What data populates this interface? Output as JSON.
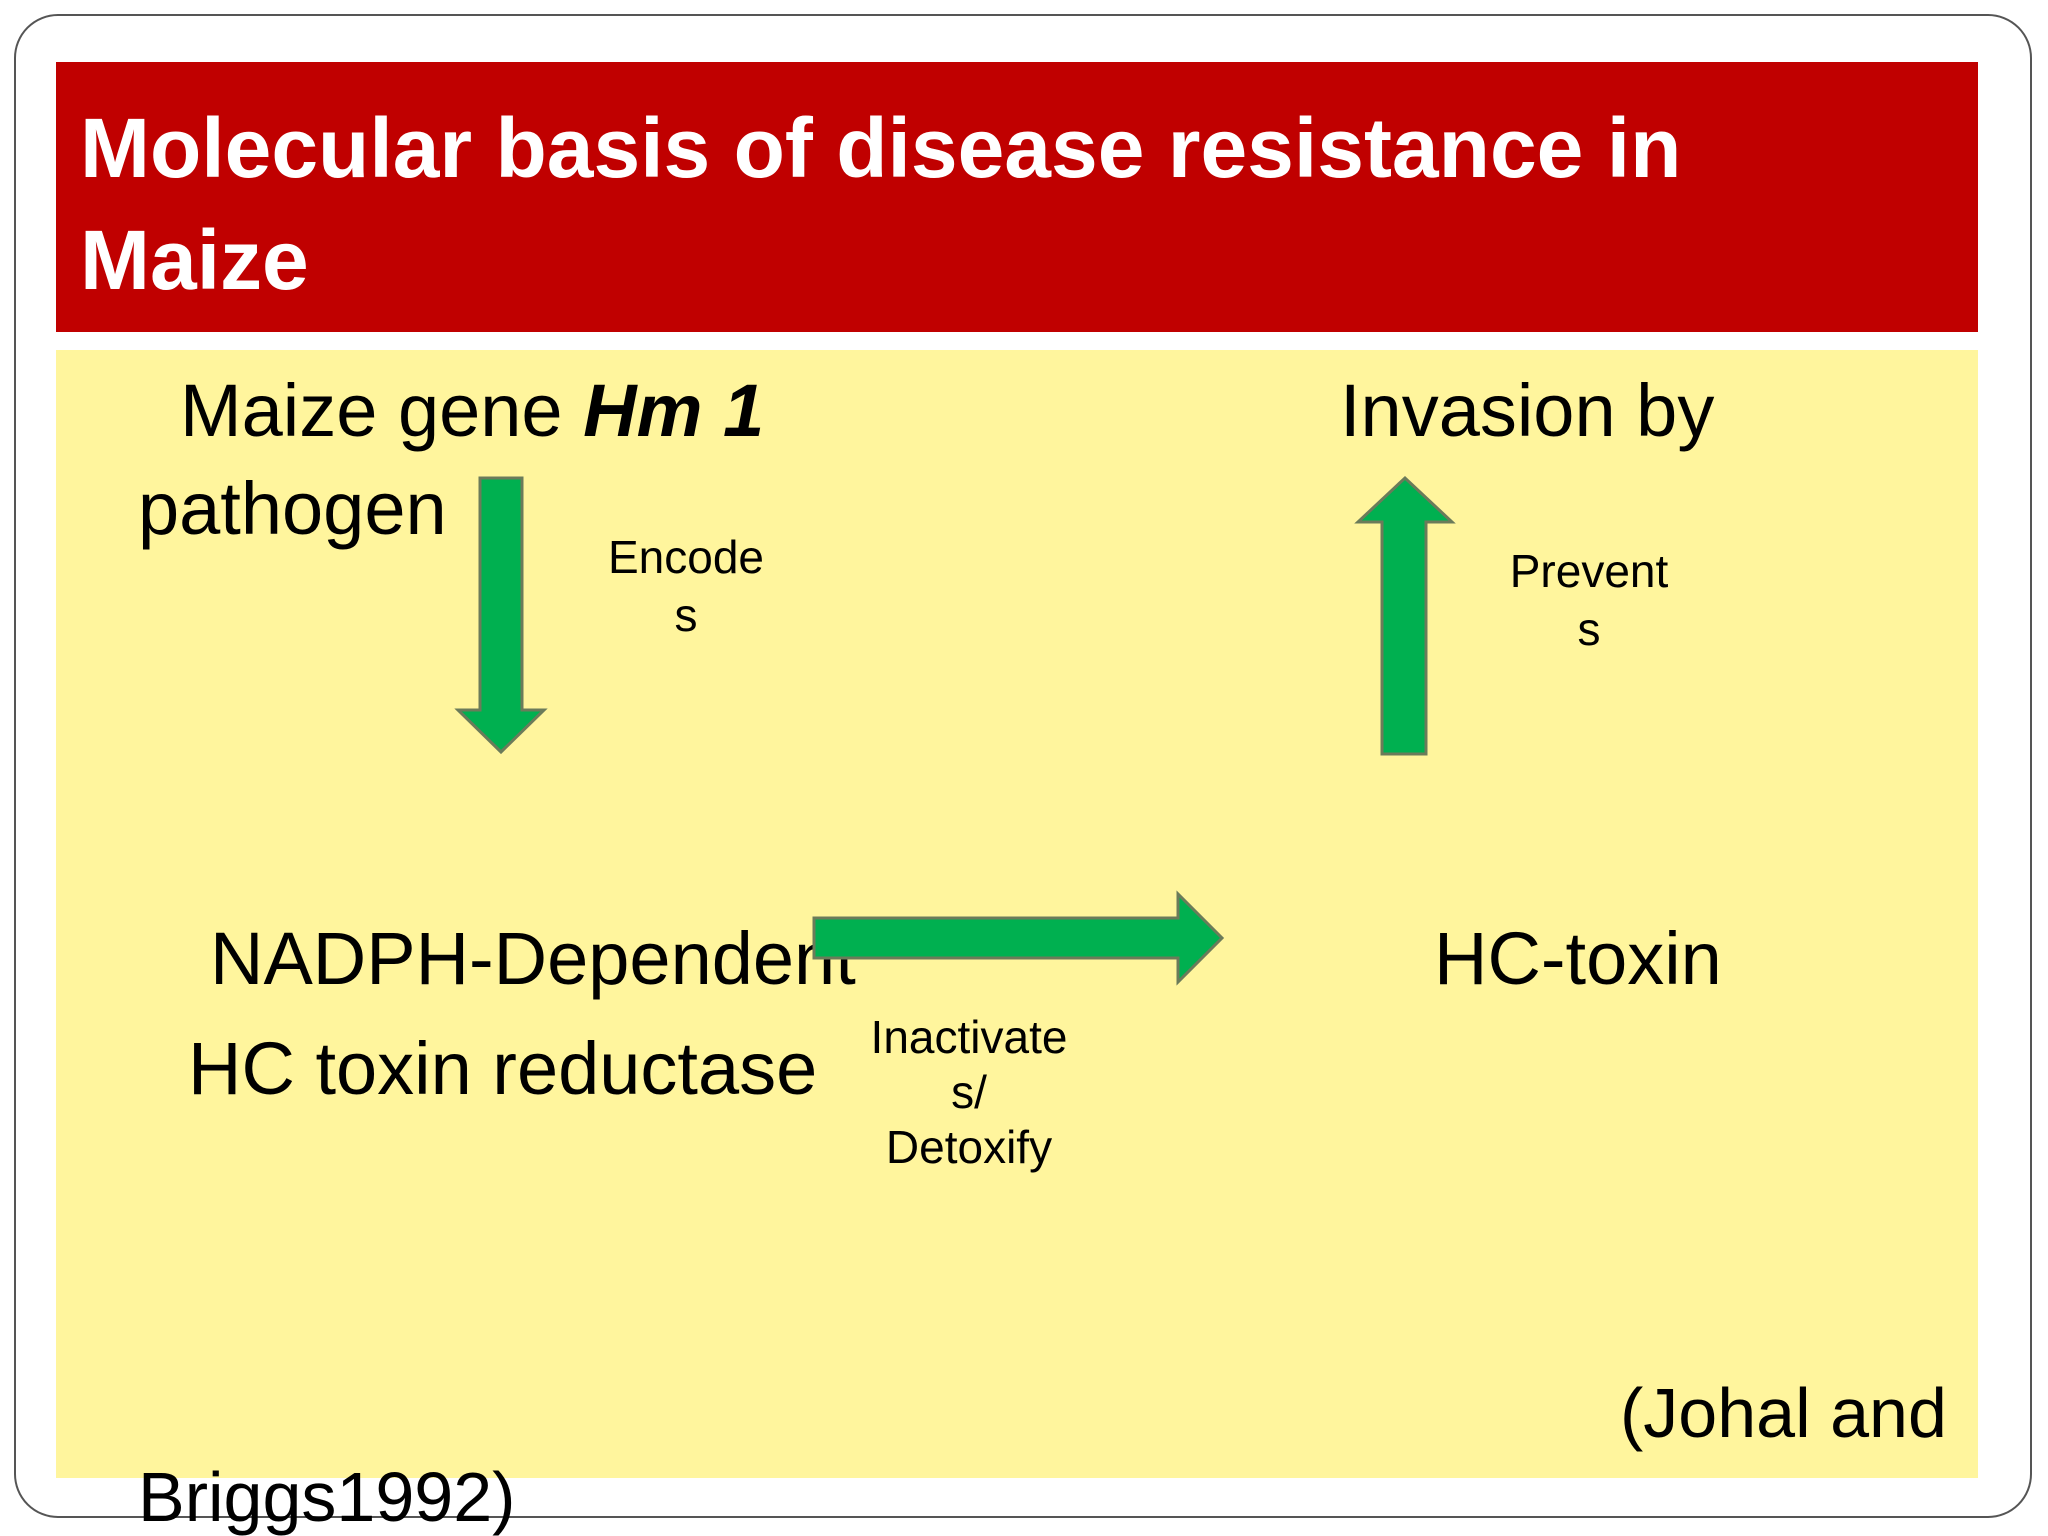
{
  "title": {
    "line1": "Molecular basis of disease resistance in",
    "line2": "Maize"
  },
  "nodes": {
    "gene_prefix": "Maize gene ",
    "gene_name": "Hm 1",
    "pathogen": "pathogen",
    "invasion": "Invasion by",
    "enzyme_line1": "NADPH-Dependent",
    "enzyme_line2": "HC toxin reductase",
    "toxin": "HC-toxin"
  },
  "edges": {
    "encodes": {
      "line1": "Encode",
      "line2": "s"
    },
    "prevents": {
      "line1": "Prevent",
      "line2": "s"
    },
    "inactivates": {
      "line1": "Inactivate",
      "line2": "s/",
      "line3": "Detoxify"
    }
  },
  "citation": {
    "line1": "(Johal and",
    "line2": "Briggs1992)"
  },
  "colors": {
    "title_bar": "#c00000",
    "content_bg": "#fff59d",
    "arrow_fill": "#00b050",
    "arrow_stroke": "#6b7b5a"
  }
}
